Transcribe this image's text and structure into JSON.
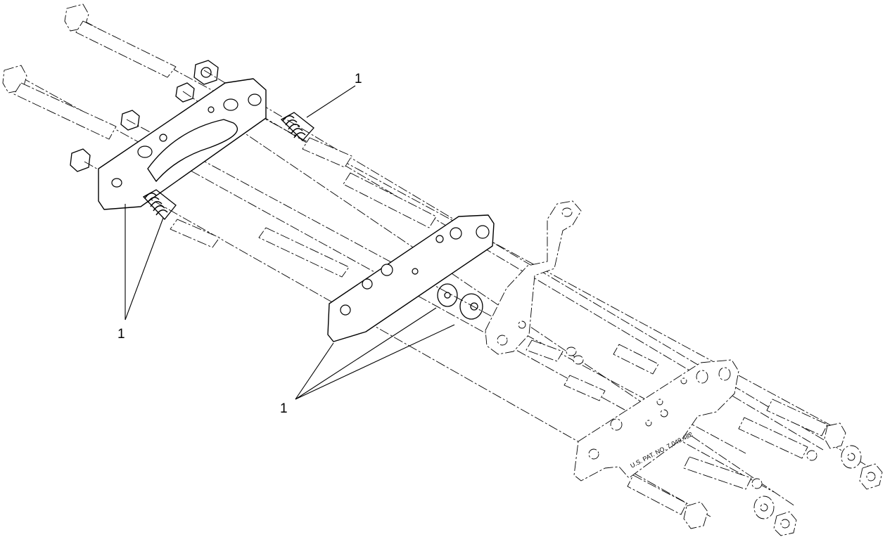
{
  "callouts": {
    "c1": "1",
    "c2": "1",
    "c3": "1"
  },
  "patent_text": "U.S. PAT. NO. 7,040,482",
  "icons": [
    "bolt-icon",
    "nut-icon",
    "spring-icon",
    "spacer-icon",
    "washer-icon",
    "plate-icon"
  ]
}
